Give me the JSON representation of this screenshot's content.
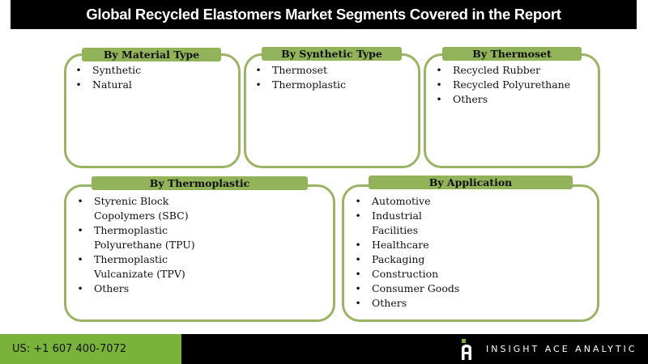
{
  "header": {
    "title": "Global Recycled Elastomers Market Segments Covered in the Report"
  },
  "segments": [
    {
      "title": "By Material Type",
      "items": [
        "Synthetic",
        "Natural"
      ]
    },
    {
      "title": "By Synthetic Type",
      "items": [
        "Thermoset",
        "Thermoplastic"
      ]
    },
    {
      "title": "By Thermoset",
      "items": [
        "Recycled Rubber",
        "Recycled Polyurethane",
        "Others"
      ]
    },
    {
      "title": "By Thermoplastic",
      "items": [
        "Styrenic Block",
        "Copolymers (SBC)",
        "Thermoplastic",
        "Polyurethane (TPU)",
        "Thermoplastic",
        "Vulcanizate (TPV)",
        "Others"
      ]
    },
    {
      "title": "By Application",
      "items": [
        "Automotive",
        "Industrial",
        "Facilities",
        "Healthcare",
        "Packaging",
        "Construction",
        "Consumer Goods",
        "Others"
      ]
    }
  ],
  "footer": {
    "phone": "US: +1 607 400-7072",
    "brand": "INSIGHT ACE ANALYTIC",
    "logo_icon": "insight-ace-logo-icon"
  },
  "colors": {
    "title_bar": "#000000",
    "box_border": "#9bb464",
    "header_fill": "#93b35a",
    "footer_green": "#79b33a",
    "footer_black": "#000000"
  }
}
